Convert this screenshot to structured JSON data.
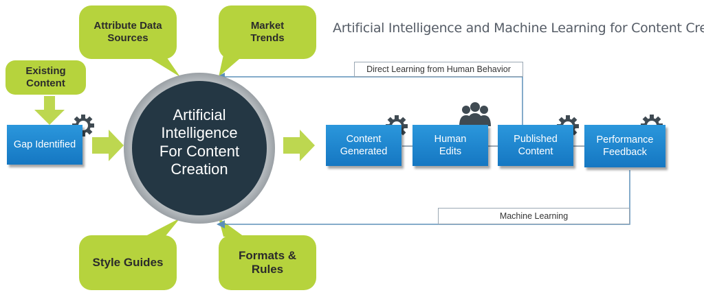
{
  "title": "Artificial Intelligence and Machine Learning for Content Creation",
  "center": {
    "label": "Artificial\nIntelligence\nFor Content\nCreation"
  },
  "inputs": {
    "existing_content": "Existing\nContent",
    "attribute_data_sources": "Attribute Data\nSources",
    "market_trends": "Market\nTrends",
    "style_guides": "Style Guides",
    "formats_rules": "Formats &\nRules"
  },
  "process": {
    "gap_identified": "Gap Identified",
    "content_generated": "Content\nGenerated",
    "human_edits": "Human\nEdits",
    "published_content": "Published\nContent",
    "performance_feedback": "Performance\nFeedback"
  },
  "loops": {
    "direct_learning": "Direct Learning from Human Behavior",
    "machine_learning": "Machine Learning"
  },
  "colors": {
    "green": "#b6d33d",
    "blue": "#1f87d1",
    "circle": "#243744",
    "gear": "#3f4a52",
    "line": "#5b8fb8"
  },
  "icons": [
    "gear-icon",
    "people-icon",
    "arrow-right-icon"
  ]
}
